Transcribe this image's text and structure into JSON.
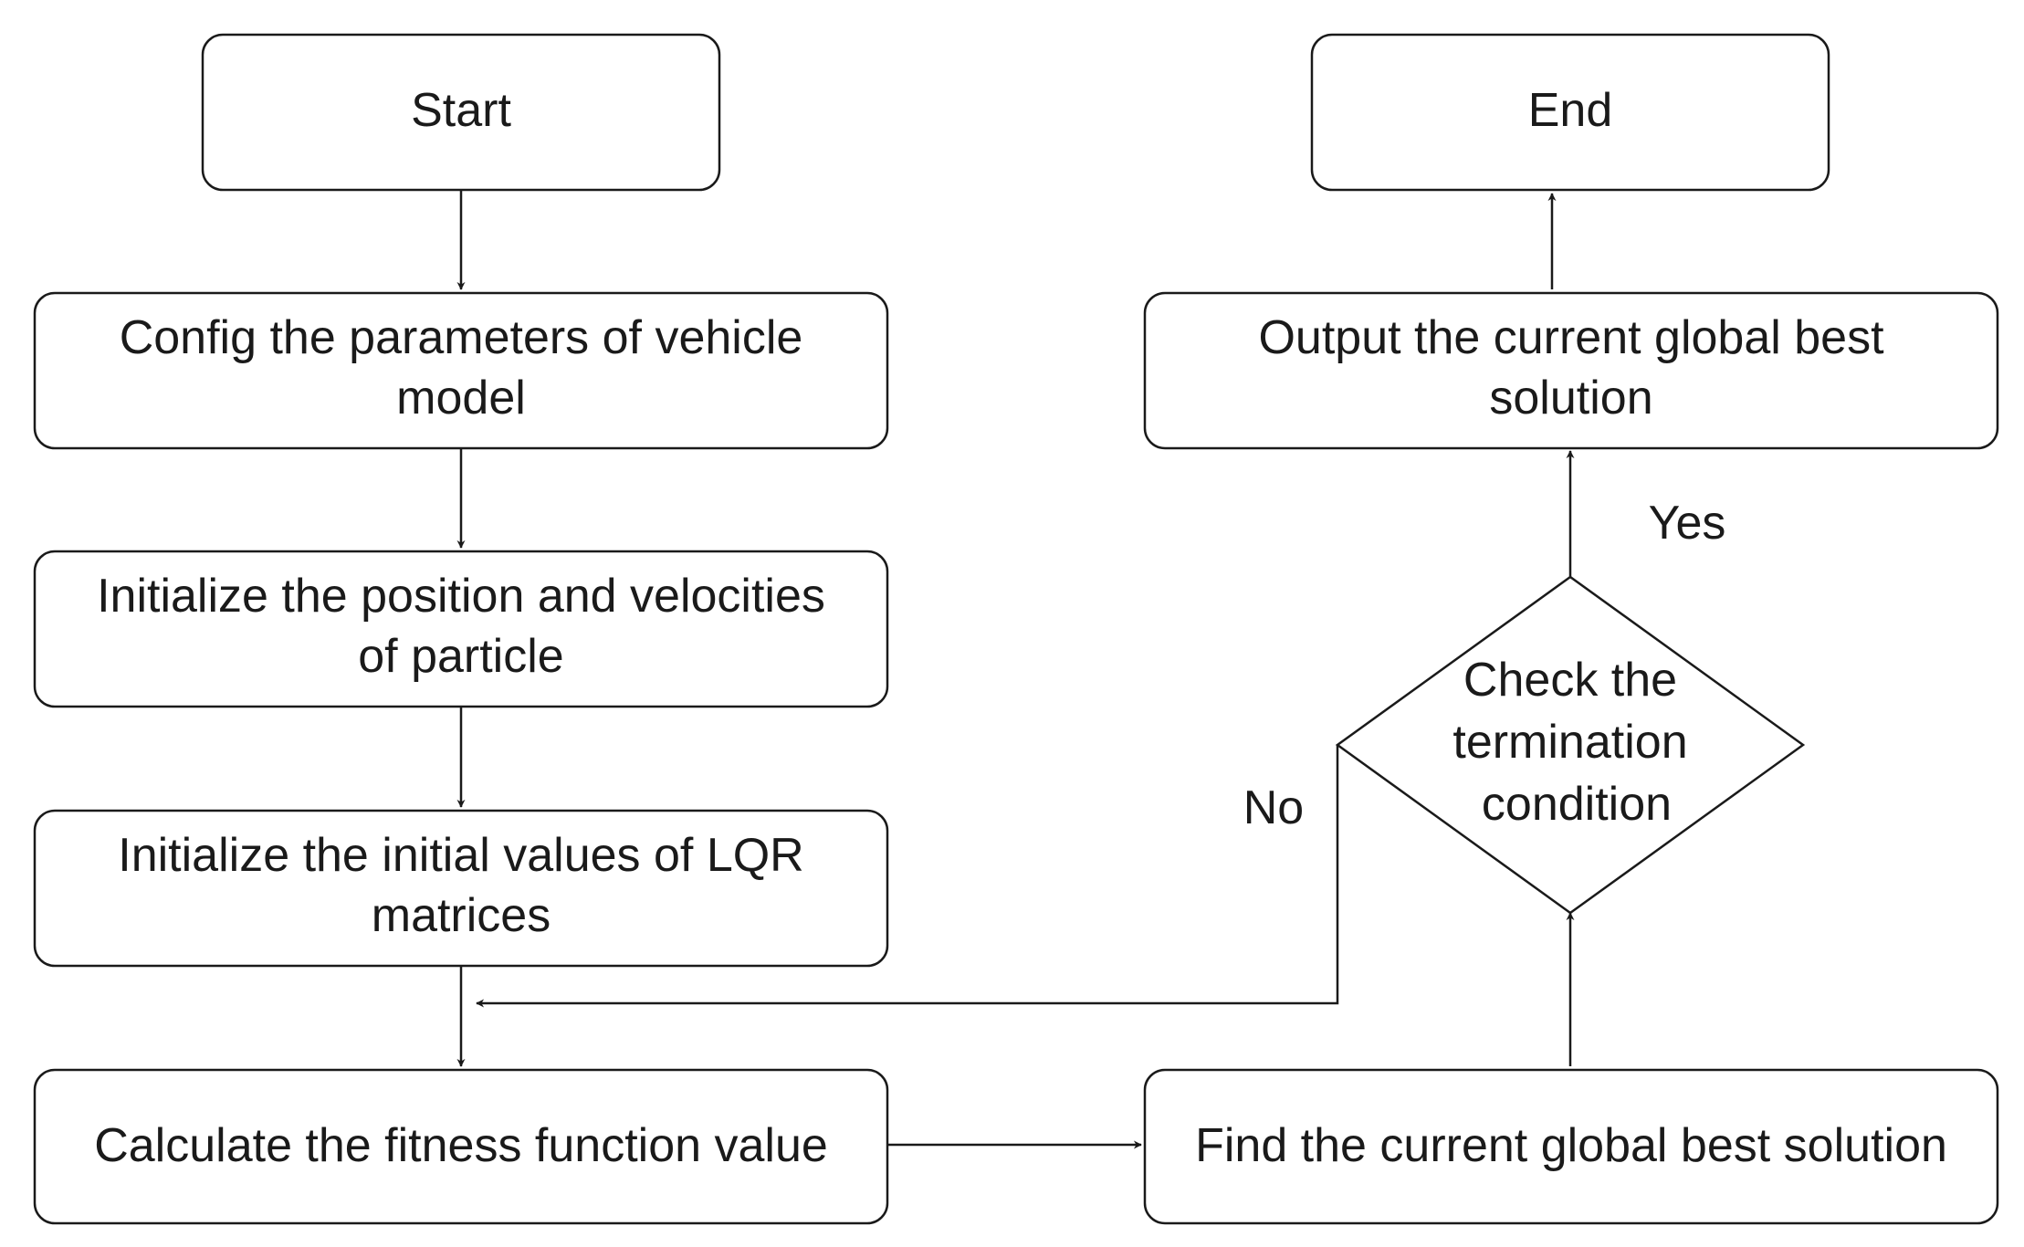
{
  "nodes": {
    "start": "Start",
    "end": "End",
    "config": [
      "Config the parameters of vehicle",
      "model"
    ],
    "init_position": [
      "Initialize the position and velocities",
      "of particle"
    ],
    "init_lqr": [
      "Initialize the initial values of LQR",
      "matrices"
    ],
    "calculate": "Calculate the fitness function value",
    "find_best": "Find the current global best solution",
    "check": [
      "Check the",
      "termination",
      "condition"
    ],
    "output": [
      "Output the current global best",
      "solution"
    ]
  },
  "edges": {
    "yes_label": "Yes",
    "no_label": "No"
  }
}
